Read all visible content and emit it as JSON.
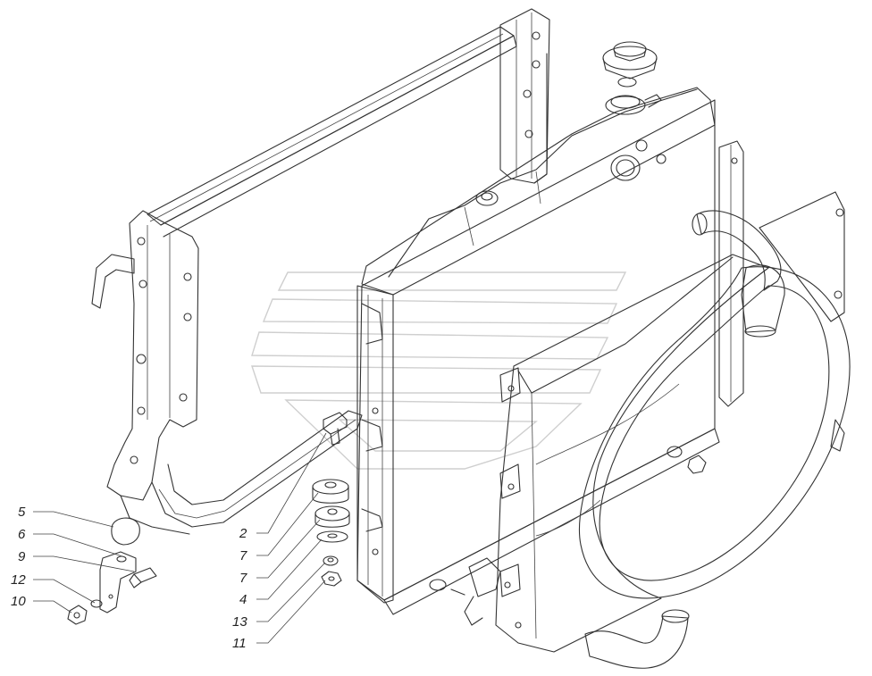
{
  "diagram": {
    "colors": {
      "line": "#333333",
      "shade": "#8a8a8a",
      "watermark": "#cfcfcf",
      "text": "#222222"
    },
    "callouts": [
      {
        "id": "c5",
        "label": "5"
      },
      {
        "id": "c6",
        "label": "6"
      },
      {
        "id": "c9",
        "label": "9"
      },
      {
        "id": "c12",
        "label": "12"
      },
      {
        "id": "c10",
        "label": "10"
      },
      {
        "id": "c2",
        "label": "2"
      },
      {
        "id": "c7a",
        "label": "7"
      },
      {
        "id": "c7b",
        "label": "7"
      },
      {
        "id": "c4",
        "label": "4"
      },
      {
        "id": "c13",
        "label": "13"
      },
      {
        "id": "c11",
        "label": "11"
      }
    ]
  }
}
